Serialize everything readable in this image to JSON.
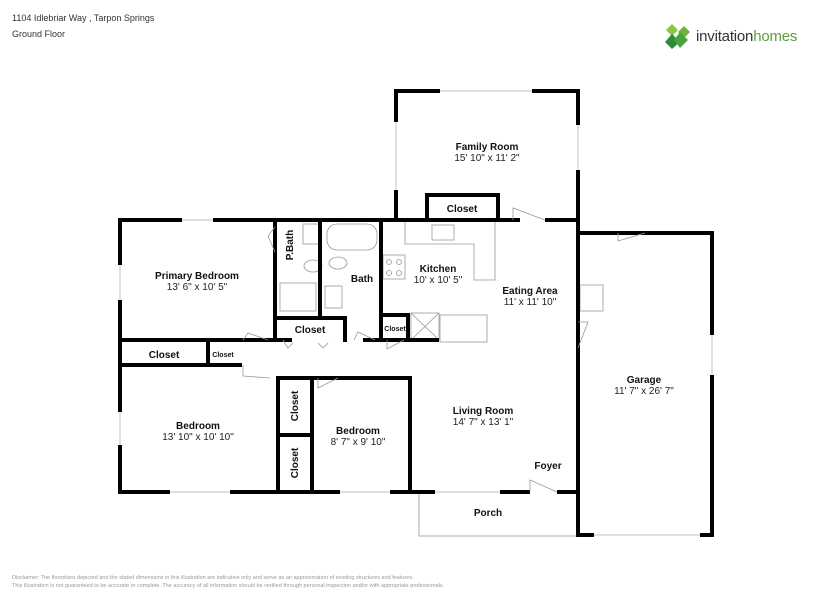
{
  "header": {
    "address": "1104 Idlebriar Way , Tarpon Springs",
    "floor": "Ground Floor"
  },
  "logo": {
    "word1": "invitation",
    "word2": "homes",
    "brand_color": "#5aa03c"
  },
  "rooms": {
    "family_room": {
      "name": "Family Room",
      "dims": "15' 10\" x 11' 2\""
    },
    "family_closet": {
      "name": "Closet"
    },
    "primary_bedroom": {
      "name": "Primary Bedroom",
      "dims": "13' 6\" x 10' 5\""
    },
    "pbath": {
      "name": "P.Bath"
    },
    "bath": {
      "name": "Bath"
    },
    "kitchen": {
      "name": "Kitchen",
      "dims": "10' x 10' 5\""
    },
    "eating_area": {
      "name": "Eating Area",
      "dims": "11' x 11' 10\""
    },
    "hall_closet": {
      "name": "Closet"
    },
    "kitchen_closet": {
      "name": "Closet"
    },
    "primary_closet": {
      "name": "Closet"
    },
    "small_closet": {
      "name": "Closet"
    },
    "bedroom1": {
      "name": "Bedroom",
      "dims": "13' 10\" x 10' 10\""
    },
    "bedroom2": {
      "name": "Bedroom",
      "dims": "8' 7\" x 9' 10\""
    },
    "closet_a": {
      "name": "Closet"
    },
    "closet_b": {
      "name": "Closet"
    },
    "living_room": {
      "name": "Living Room",
      "dims": "14' 7\" x 13' 1\""
    },
    "foyer": {
      "name": "Foyer"
    },
    "porch": {
      "name": "Porch"
    },
    "garage": {
      "name": "Garage",
      "dims": "11' 7\" x 26' 7\""
    }
  },
  "disclaimer": {
    "line1": "Disclaimer: The floorplans depicted and the stated dimensions in this illustration are indicative only and serve as an approximation of existing structures and features.",
    "line2": "This illustration is not guaranteed to be accurate or complete. The accuracy of all information should be verified through personal inspection and/or with appropriate professionals."
  }
}
